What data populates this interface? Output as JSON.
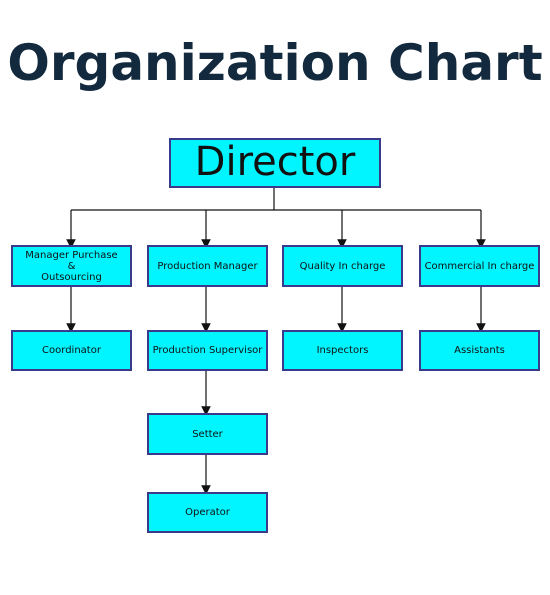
{
  "title": "Organization Chart",
  "colors": {
    "box_fill": "#00f5ff",
    "box_border": "#3a3a8c",
    "title": "#13293d",
    "line": "#111111"
  },
  "nodes": {
    "director": "Director",
    "purchase_manager_line1": "Manager Purchase",
    "purchase_manager_line2": "&",
    "purchase_manager_line3": "Outsourcing",
    "production_manager": "Production Manager",
    "quality_incharge": "Quality In charge",
    "commercial_incharge": "Commercial In charge",
    "coordinator": "Coordinator",
    "production_supervisor": "Production Supervisor",
    "inspectors": "Inspectors",
    "assistants": "Assistants",
    "setter": "Setter",
    "operator": "Operator"
  }
}
